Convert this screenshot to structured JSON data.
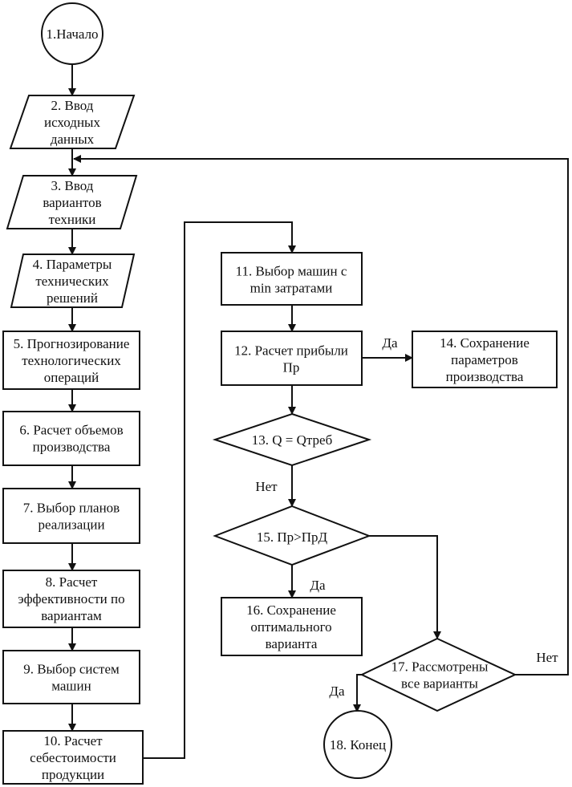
{
  "nodes": {
    "n1": [
      "1.Начало"
    ],
    "n2": [
      "2. Ввод",
      "исходных",
      "данных"
    ],
    "n3": [
      "3. Ввод",
      "вариантов",
      "техники"
    ],
    "n4": [
      "4. Параметры",
      "технических",
      "решений"
    ],
    "n5": [
      "5. Прогнозирование",
      "технологических",
      "операций"
    ],
    "n6": [
      "6. Расчет объемов",
      "производства"
    ],
    "n7": [
      "7. Выбор планов",
      "реализации"
    ],
    "n8": [
      "8. Расчет",
      "эффективности по",
      "вариантам"
    ],
    "n9": [
      "9. Выбор систем",
      "машин"
    ],
    "n10": [
      "10. Расчет",
      "себестоимости",
      "продукции"
    ],
    "n11": [
      "11. Выбор машин с",
      "min затратами"
    ],
    "n12": [
      "12. Расчет прибыли",
      "Пр"
    ],
    "n13": "13. Q = Qтреб",
    "n14": [
      "14. Сохранение",
      "параметров",
      "производства"
    ],
    "n15": "15. Пр>ПрД",
    "n16": [
      "16. Сохранение",
      "оптимального",
      "варианта"
    ],
    "n17": [
      "17. Рассмотрены",
      "все варианты"
    ],
    "n18": [
      "18. Конец"
    ]
  },
  "edges": {
    "yes_12_14": "Да",
    "no_13_15": "Нет",
    "yes_15_16": "Да",
    "no_17_loop": "Нет",
    "yes_17_18": "Да"
  }
}
